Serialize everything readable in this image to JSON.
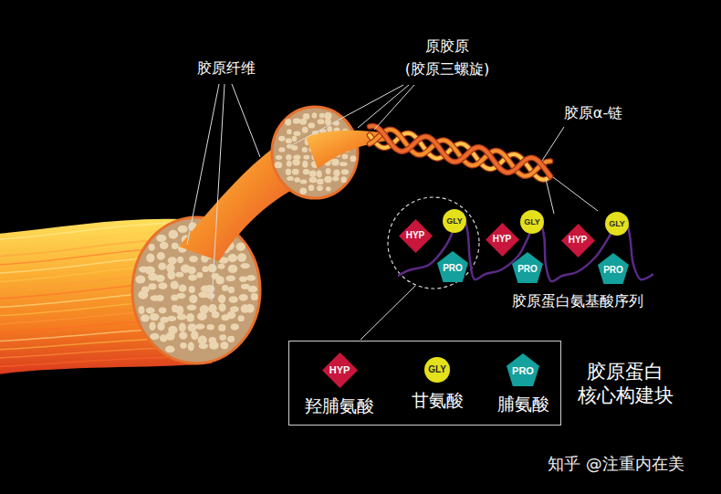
{
  "diagram": {
    "nodes": [
      {
        "text": [
          "HYP"
        ]
      },
      {
        "text": [
          "GLY"
        ]
      },
      {
        "text": [
          "PRO"
        ]
      },
      {
        "text": [
          "HYP"
        ]
      },
      {
        "text": [
          "GLY"
        ]
      },
      {
        "text": [
          "PRO"
        ]
      },
      {
        "text": [
          "HYP"
        ]
      },
      {
        "text": [
          "GLY"
        ]
      },
      {
        "text": [
          "PRO"
        ]
      },
      {
        "text": [
          "胶原蛋白 核心构建块"
        ]
      },
      {
        "text": [
          "HYP",
          "羟脯氨酸"
        ],
        "in": 9
      },
      {
        "text": [
          "GLY",
          "甘氨酸"
        ],
        "in": 9
      },
      {
        "text": [
          "PRO",
          "脯氨酸"
        ],
        "in": 9
      }
    ],
    "labels": [
      "胶原纤维",
      "原胶原 (胶原三螺旋)",
      "胶原α-链",
      "胶原蛋白氨基酸序列",
      "知乎 @注重内在美"
    ]
  }
}
